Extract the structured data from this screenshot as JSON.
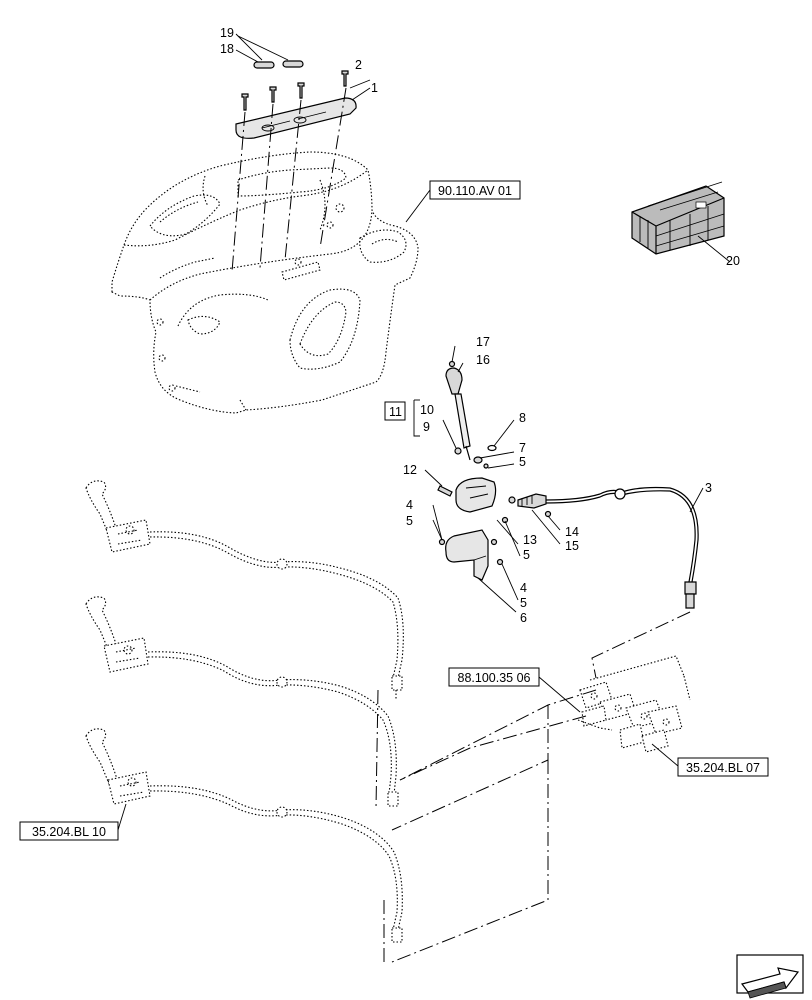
{
  "callouts": {
    "c1": "1",
    "c2": "2",
    "c3": "3",
    "c4a": "4",
    "c4b": "4",
    "c5a": "5",
    "c5b": "5",
    "c5c": "5",
    "c5d": "5",
    "c6": "6",
    "c7": "7",
    "c8": "8",
    "c9": "9",
    "c10": "10",
    "c11": "11",
    "c12": "12",
    "c13": "13",
    "c14": "14",
    "c15": "15",
    "c16": "16",
    "c17": "17",
    "c18": "18",
    "c19": "19",
    "c20": "20"
  },
  "references": {
    "ref_90_110": "90.110.AV 01",
    "ref_88_100": "88.100.35 06",
    "ref_35_204_bl07": "35.204.BL 07",
    "ref_35_204_bl10": "35.204.BL 10"
  },
  "icons": {
    "crate": "kit-crate-icon",
    "navigation": "next-page-arrow-icon"
  }
}
